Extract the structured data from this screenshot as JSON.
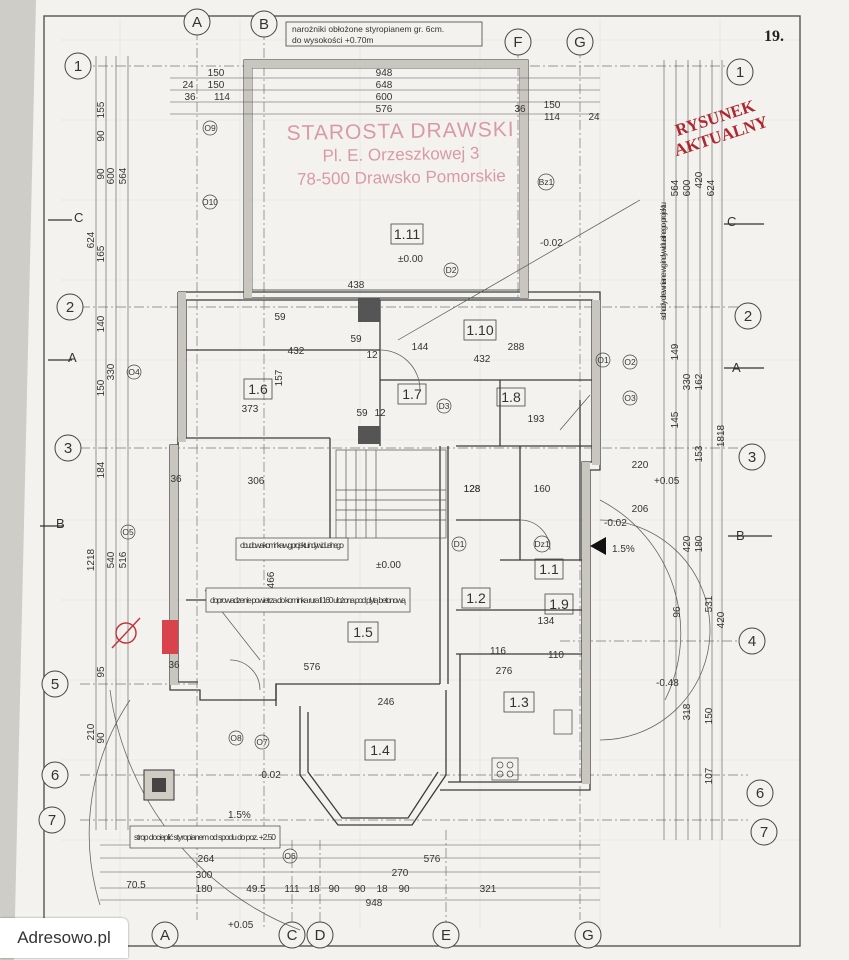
{
  "page_number": "19.",
  "stamp": {
    "line1": "STAROSTA DRAWSKI",
    "line2": "Pl. E. Orzeszkowej 3",
    "line3": "78-500 Drawsko Pomorskie"
  },
  "red_stamp": {
    "line1": "RYSUNEK",
    "line2": "AKTUALNY"
  },
  "top_note": {
    "line1": "narożniki obłożone styropianem gr. 6cm.",
    "line2": "do wysokości +0.70m"
  },
  "axes_top": [
    "A",
    "B",
    "F",
    "G"
  ],
  "axes_bottom": [
    "A",
    "C",
    "D",
    "E",
    "G"
  ],
  "axes_left": [
    "1",
    "2",
    "3",
    "5",
    "6",
    "7"
  ],
  "axes_right": [
    "1",
    "2",
    "3",
    "4",
    "6",
    "7"
  ],
  "sections": {
    "a_left": "A",
    "a_right": "A",
    "b_left": "B",
    "b_right": "B",
    "c_left": "C",
    "c_right": "C"
  },
  "rooms": [
    "1.1",
    "1.2",
    "1.3",
    "1.4",
    "1.5",
    "1.6",
    "1.7",
    "1.8",
    "1.9",
    "1.10",
    "1.11"
  ],
  "notes": {
    "fireplace_housing": "obudowa kominka wg projektu indywidualnego",
    "air_supply": "doprowadzenie powietrza do kominka rura fi 160 ułożona pod płytą betonową",
    "ceiling": "strop docieplić styropianem od spodu do poz. +2.50",
    "stairs": "schody drewniane wg indywidualnego projektu"
  },
  "levels": [
    "±0.00",
    "±0.00",
    "-0.02",
    "-0.02",
    "-0.02",
    "+0.05",
    "-0.48",
    "+0.05",
    "1.5%",
    "1.5%"
  ],
  "dims_top": [
    "948",
    "648",
    "600",
    "576",
    "150",
    "150",
    "36",
    "114",
    "36",
    "114",
    "150",
    "24",
    "24"
  ],
  "dims_bottom": [
    "264",
    "576",
    "300",
    "321",
    "180",
    "270",
    "948",
    "70.5",
    "49.5",
    "111",
    "18",
    "90",
    "90",
    "18",
    "90"
  ],
  "dims_left": [
    "155",
    "90",
    "90",
    "165",
    "140",
    "330",
    "150",
    "184",
    "540",
    "516",
    "1218",
    "564",
    "600",
    "624",
    "95",
    "210",
    "90"
  ],
  "dims_right": [
    "564",
    "600",
    "420",
    "624",
    "1818",
    "330",
    "162",
    "149",
    "145",
    "153",
    "180",
    "420",
    "318",
    "150",
    "107",
    "96",
    "531",
    "420"
  ],
  "interior_dims": [
    "432",
    "373",
    "432",
    "288",
    "438",
    "306",
    "576",
    "246",
    "144",
    "128",
    "160",
    "276",
    "134",
    "116",
    "110",
    "128",
    "193",
    "220",
    "206",
    "59",
    "59",
    "157",
    "466",
    "59",
    "12",
    "12",
    "36",
    "36"
  ],
  "openings": [
    "O1",
    "O2",
    "O3",
    "O4",
    "O5",
    "O6",
    "O7",
    "O8",
    "O9",
    "O10",
    "D1",
    "D2",
    "D3",
    "Dz1",
    "Bz1"
  ],
  "watermark": "Adresowo.pl",
  "colors": {
    "paper": "#f4f3ef",
    "ink": "#3a3a3a",
    "stamp": "#d99aa8",
    "red": "#b0282f",
    "grid": "#b9c3cc"
  }
}
